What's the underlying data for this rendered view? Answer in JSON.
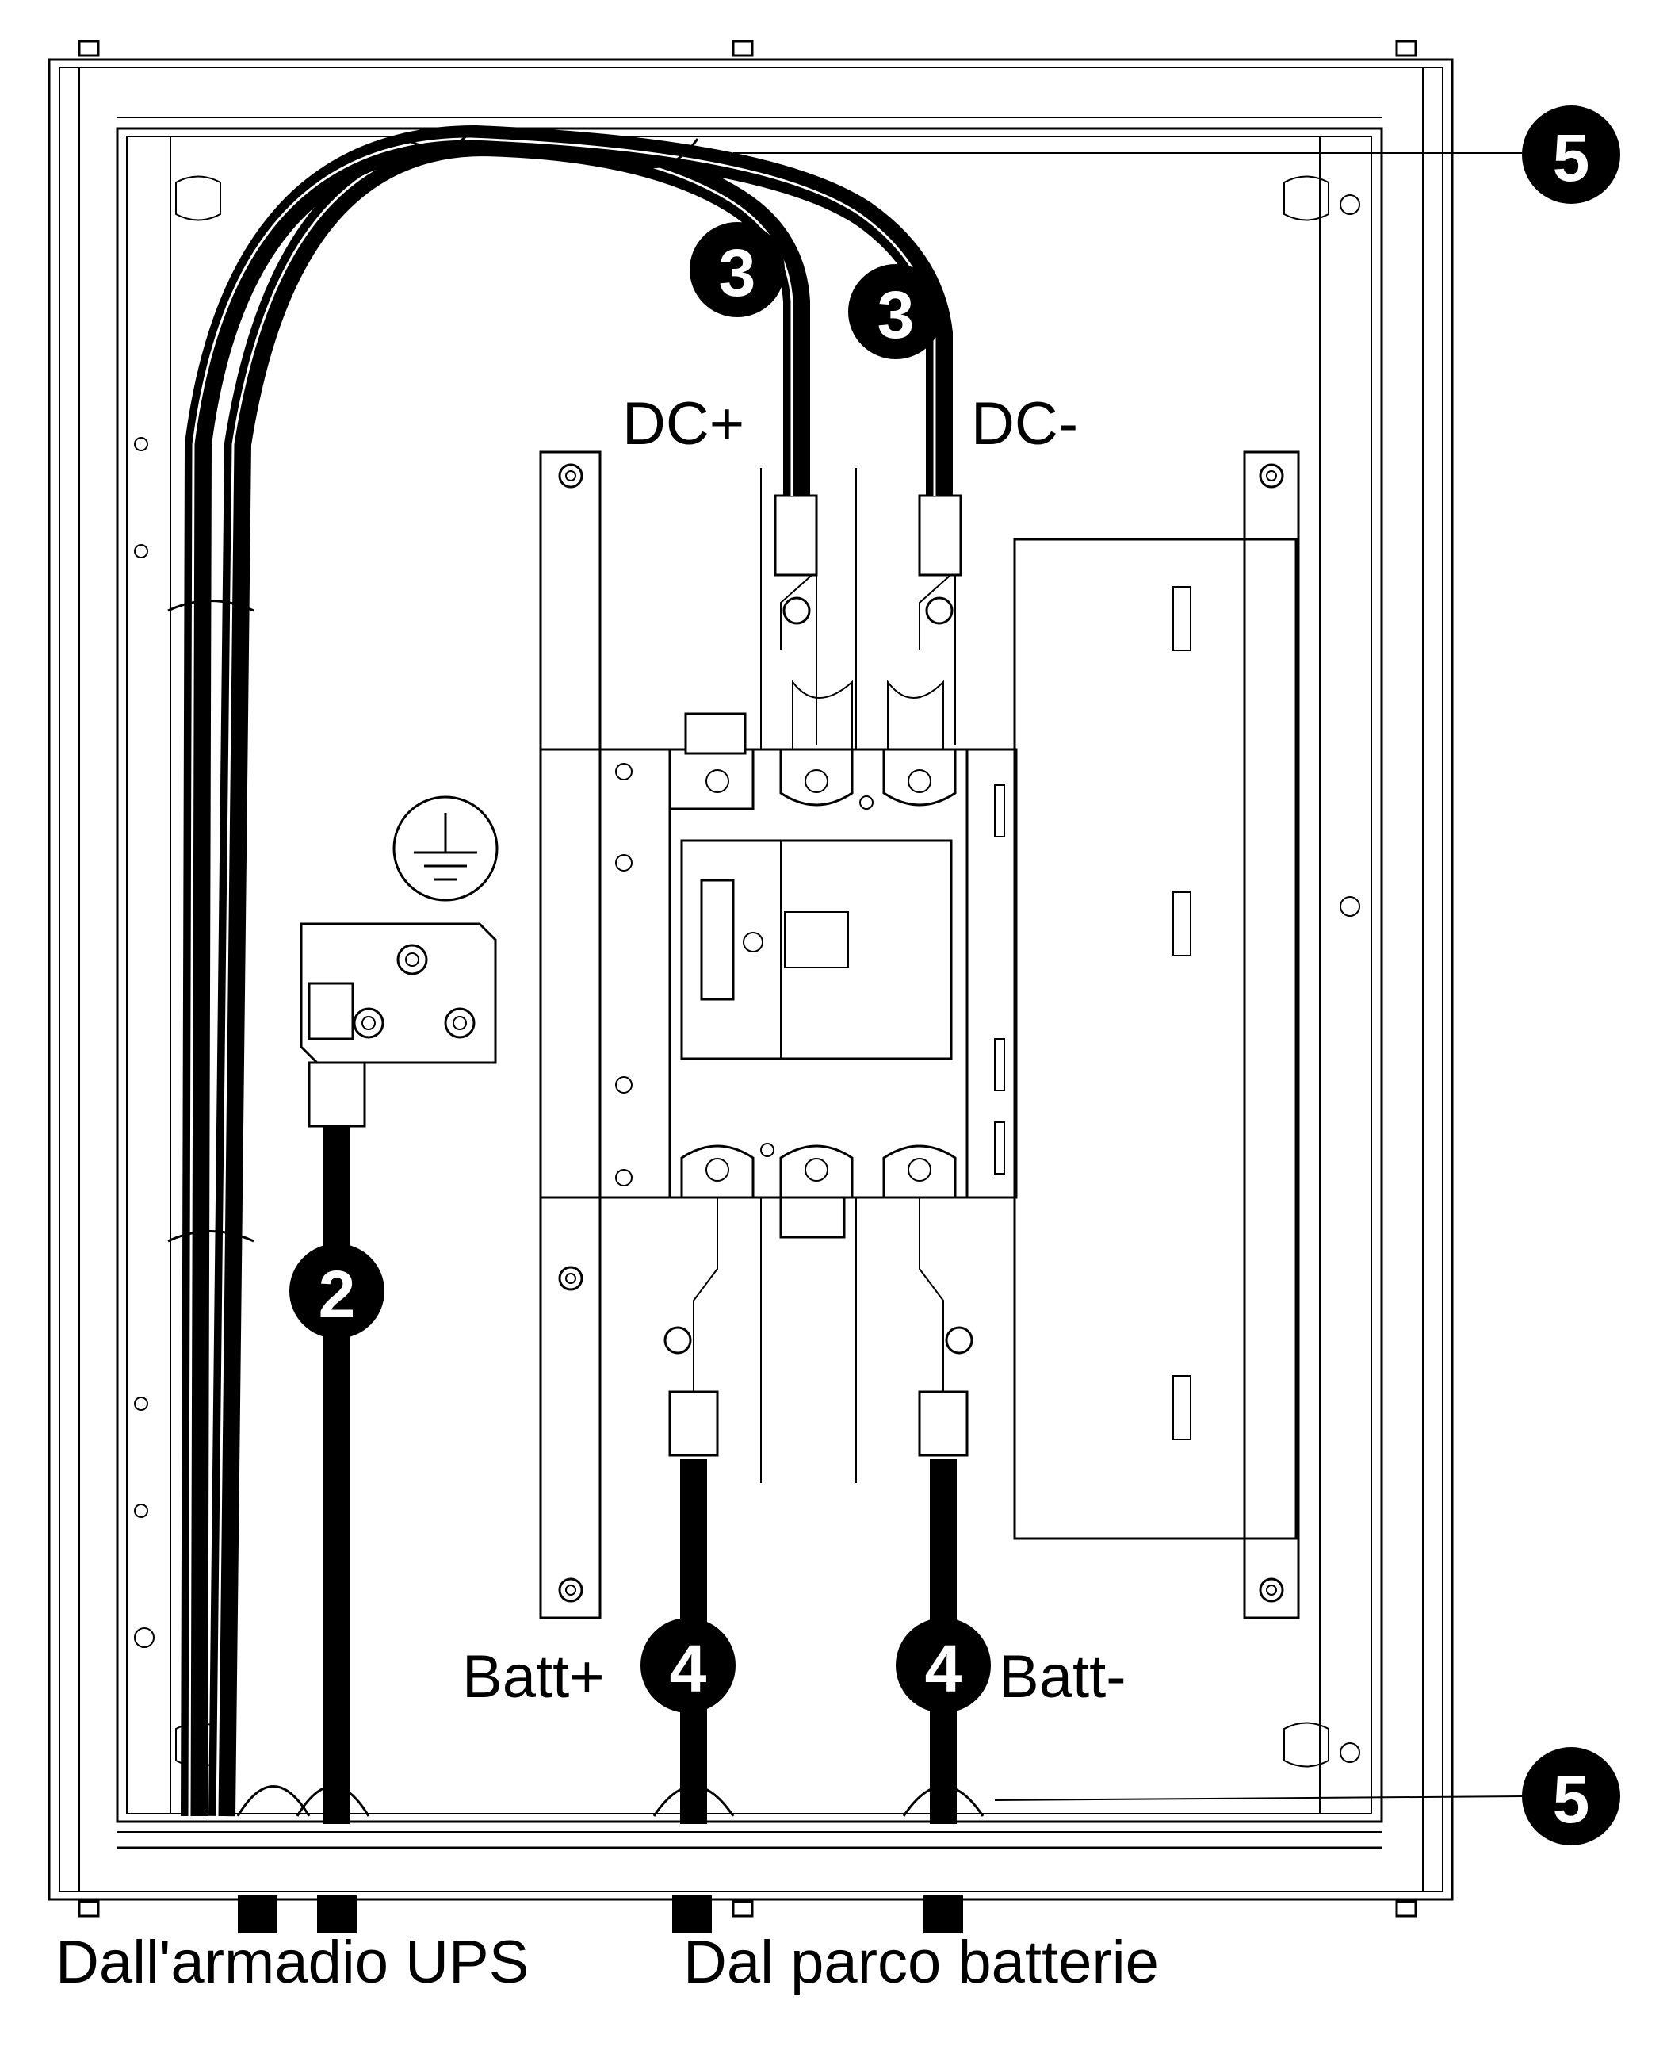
{
  "labels": {
    "dc_plus": "DC+",
    "dc_minus": "DC-",
    "batt_plus": "Batt+",
    "batt_minus": "Batt-",
    "from_ups_cabinet": "Dall'armadio UPS",
    "from_battery_bank": "Dal parco batterie"
  },
  "callouts": {
    "ground_cable": "2",
    "dc_plus_cable": "3",
    "dc_minus_cable": "3",
    "batt_plus_cable": "4",
    "batt_minus_cable": "4",
    "cable_tie_top": "5",
    "cable_tie_bottom": "5"
  },
  "icons": {
    "ground_symbol": "protective-earth-icon"
  },
  "colors": {
    "line": "#000000",
    "background": "#ffffff",
    "callout_fill": "#000000",
    "callout_text": "#ffffff"
  }
}
